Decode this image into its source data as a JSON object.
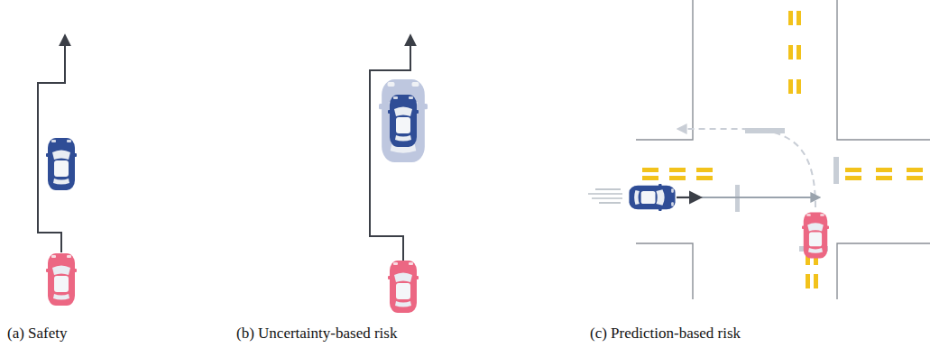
{
  "diagram": {
    "labels": [
      "(a) Safety",
      "(b) Uncertainty-based risk",
      "(c) Prediction-based risk"
    ]
  }
}
